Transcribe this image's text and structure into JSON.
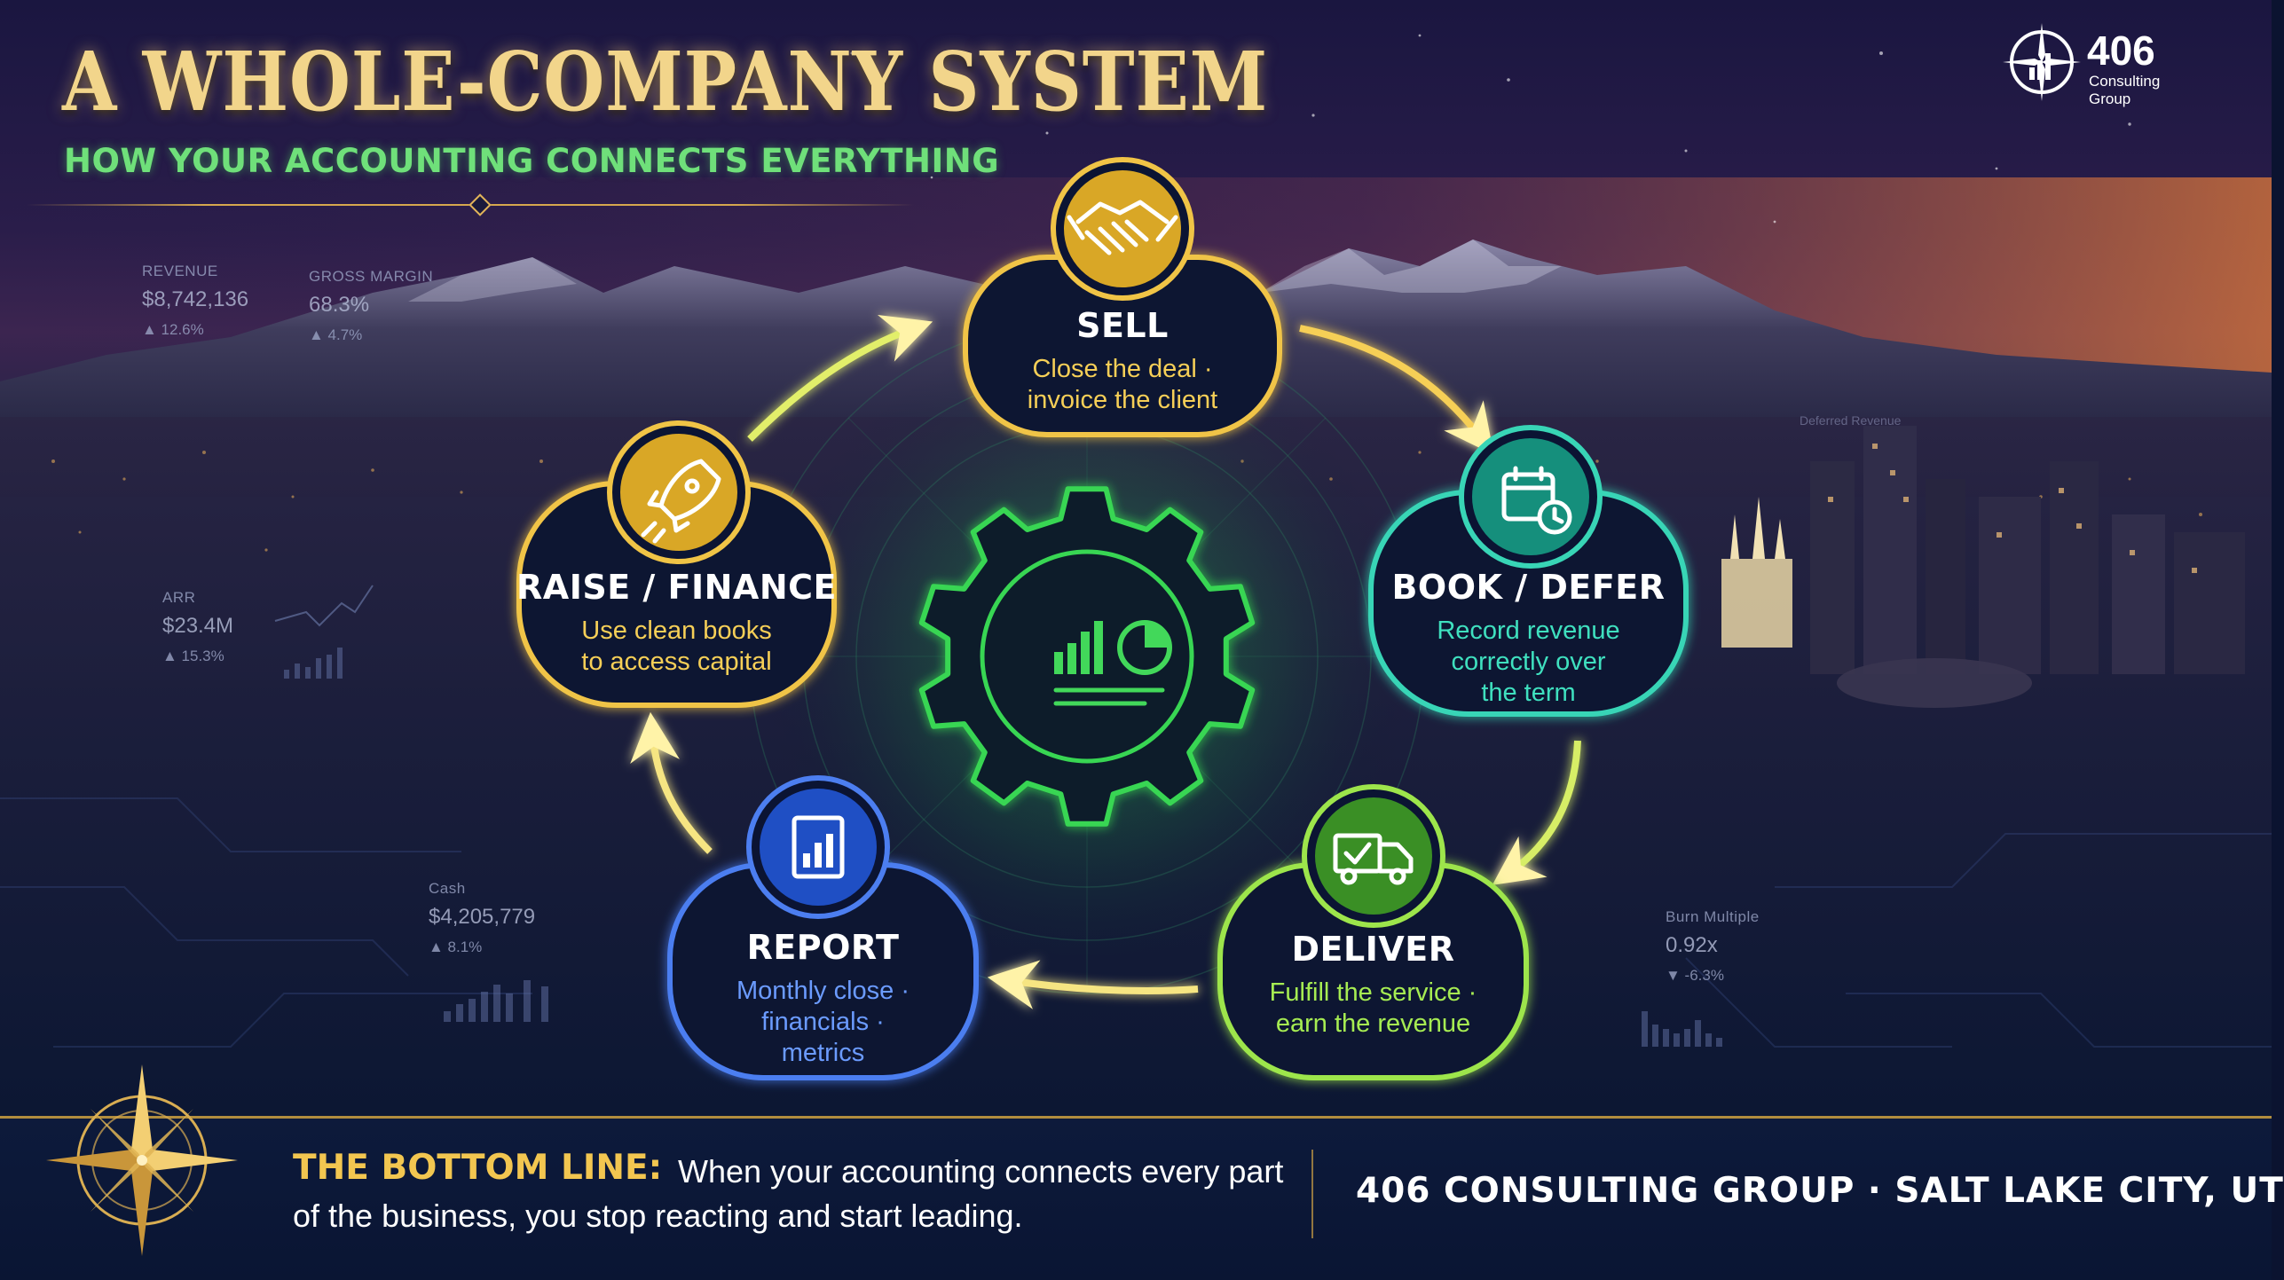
{
  "header": {
    "title": "A WHOLE-COMPANY SYSTEM",
    "subtitle": "HOW YOUR ACCOUNTING CONNECTS EVERYTHING"
  },
  "logo": {
    "number": "406",
    "line1": "Consulting",
    "line2": "Group"
  },
  "background_metrics": [
    {
      "label": "REVENUE",
      "value": "$8,742,136",
      "delta": "▲ 12.6%"
    },
    {
      "label": "GROSS MARGIN",
      "value": "68.3%",
      "delta": "▲ 4.7%"
    },
    {
      "label": "ARR",
      "value": "$23.4M",
      "delta": "▲ 15.3%"
    },
    {
      "label": "Cash",
      "value": "$4,205,779",
      "delta": "▲ 8.1%"
    },
    {
      "label": "Burn Multiple",
      "value": "0.92x",
      "delta": "▼ -6.3%"
    }
  ],
  "background_label": "Deferred Revenue",
  "cycle": [
    {
      "id": "sell",
      "title": "SELL",
      "desc": [
        "Close the deal ·",
        "invoice the client"
      ],
      "icon": "handshake-icon"
    },
    {
      "id": "book",
      "title": "BOOK / DEFER",
      "desc": [
        "Record revenue",
        "correctly over",
        "the term"
      ],
      "icon": "calendar-clock-icon"
    },
    {
      "id": "deliver",
      "title": "DELIVER",
      "desc": [
        "Fulfill the service ·",
        "earn the revenue"
      ],
      "icon": "delivery-truck-icon"
    },
    {
      "id": "report",
      "title": "REPORT",
      "desc": [
        "Monthly close ·",
        "financials ·",
        "metrics"
      ],
      "icon": "report-chart-icon"
    },
    {
      "id": "raise",
      "title": "RAISE / FINANCE",
      "desc": [
        "Use clean books",
        "to access capital"
      ],
      "icon": "rocket-icon"
    }
  ],
  "center": {
    "icon": "gear-analytics-icon"
  },
  "colors": {
    "gold": "#f6cf57",
    "teal": "#3fe0bf",
    "green": "#a6ec52",
    "blue": "#6b9bff",
    "center_green": "#39d653"
  },
  "bottom": {
    "heading": "THE BOTTOM LINE:",
    "line1": "When your accounting connects every part",
    "line2": "of the business, you stop reacting and start leading.",
    "firm": "406 CONSULTING GROUP · SALT LAKE CITY, UT"
  }
}
